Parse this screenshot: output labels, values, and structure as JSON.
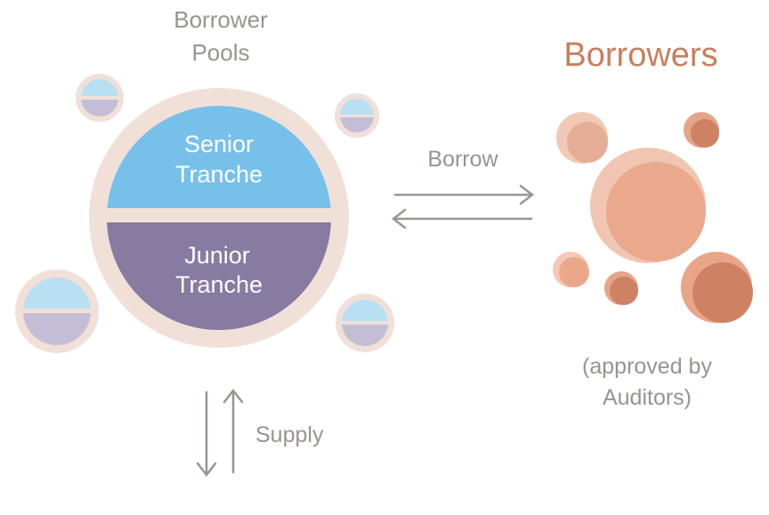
{
  "pools_label": {
    "line1": "Borrower",
    "line2": "Pools"
  },
  "senior_tranche": {
    "line1": "Senior",
    "line2": "Tranche"
  },
  "junior_tranche": {
    "line1": "Junior",
    "line2": "Tranche"
  },
  "borrow_label": "Borrow",
  "supply_label": "Supply",
  "borrowers_title": "Borrowers",
  "borrowers_note": {
    "line1": "(approved by",
    "line2": "Auditors)"
  },
  "colors": {
    "ring": "#f1e0d8",
    "senior": "#77c0ea",
    "junior": "#877ba1",
    "mini_senior": "#b9dff3",
    "mini_junior": "#c3bed5",
    "arrow": "#9a968f",
    "label_gray": "#9a938d",
    "borrower_title": "#c97e5d",
    "borrower_main": "#eaa88c"
  }
}
